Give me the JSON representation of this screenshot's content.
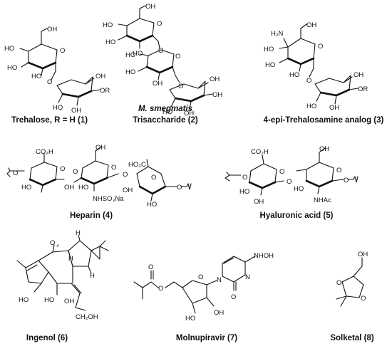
{
  "captions": {
    "c1": "Trehalose, R = H (1)",
    "c2a": "M. smegmatis",
    "c2b": "Trisaccharide (2)",
    "c3": "4-epi-Trehalosamine analog (3)",
    "c4": "Heparin (4)",
    "c5": "Hyaluronic acid (5)",
    "c6": "Ingenol (6)",
    "c7": "Molnupiravir (7)",
    "c8": "Solketal (8)"
  },
  "labels": {
    "oh": "OH",
    "ho": "HO",
    "o": "O",
    "or": "OR",
    "h2n": "H₂N",
    "co2h": "CO₂H",
    "ho2c": "HO₂C",
    "nhso3na": "NHSO₃Na",
    "nhac": "NHAc",
    "ch2oh": "CH₂OH",
    "h": "H",
    "n": "N",
    "nhoh": "NHOH"
  }
}
